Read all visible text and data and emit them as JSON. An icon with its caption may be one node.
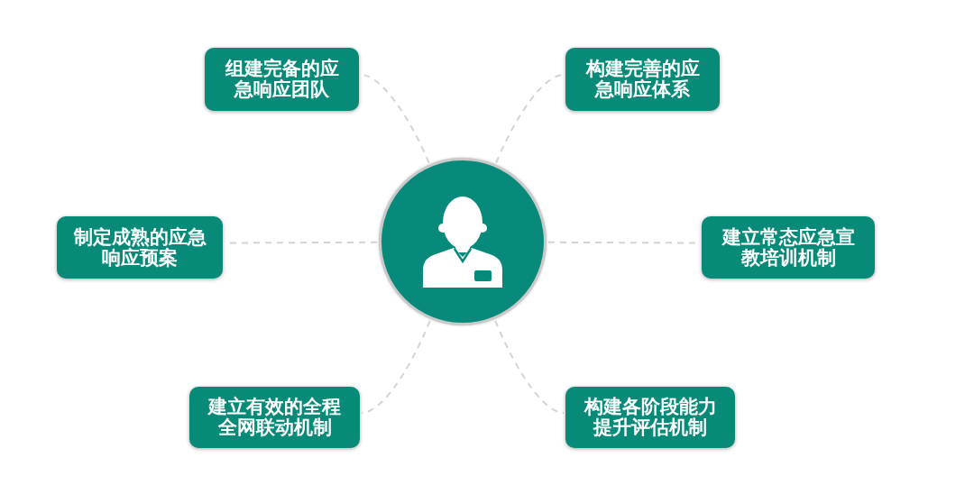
{
  "diagram": {
    "nodes": [
      {
        "text": [],
        "shape": "circle"
      },
      {
        "text": [
          "组建完备的应急响应团队"
        ]
      },
      {
        "text": [
          "构建完善的应急响应体系"
        ]
      },
      {
        "text": [
          "制定成熟的应急响应预案"
        ]
      },
      {
        "text": [
          "建立常态应急宣教培训机制"
        ]
      },
      {
        "text": [
          "建立有效的全程全网联动机制"
        ]
      },
      {
        "text": [
          "构建各阶段能力提升评估机制"
        ]
      }
    ],
    "edges": [
      {
        "from": 0,
        "to": 1,
        "arrow": "none",
        "style": "dashed"
      },
      {
        "from": 0,
        "to": 2,
        "arrow": "none",
        "style": "dashed"
      },
      {
        "from": 0,
        "to": 3,
        "arrow": "none",
        "style": "dashed"
      },
      {
        "from": 0,
        "to": 4,
        "arrow": "none",
        "style": "dashed"
      },
      {
        "from": 0,
        "to": 5,
        "arrow": "none",
        "style": "dashed"
      },
      {
        "from": 0,
        "to": 6,
        "arrow": "none",
        "style": "dashed"
      }
    ]
  }
}
